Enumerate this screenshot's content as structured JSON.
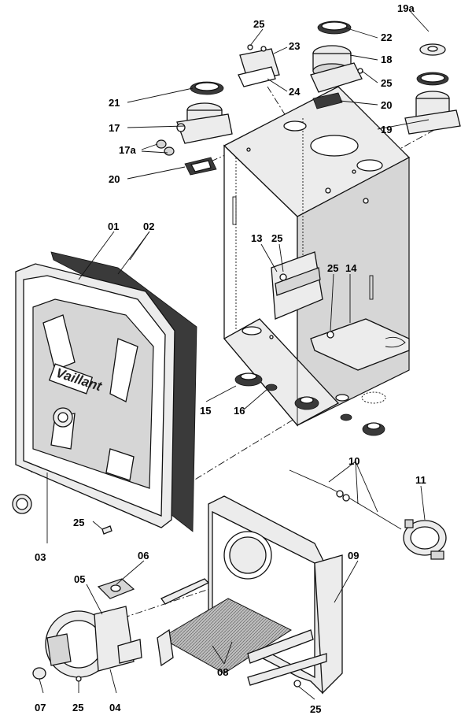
{
  "labels": {
    "l_19a": "19a",
    "l_22": "22",
    "l_18": "18",
    "l_19": "19",
    "l_25_top": "25",
    "l_23": "23",
    "l_24": "24",
    "l_25_b": "25",
    "l_20_top": "20",
    "l_21": "21",
    "l_17": "17",
    "l_17a": "17a",
    "l_20_mid": "20",
    "l_01": "01",
    "l_02": "02",
    "l_13": "13",
    "l_25_c": "25",
    "l_25_d": "25",
    "l_14": "14",
    "l_15": "15",
    "l_16": "16",
    "l_10": "10",
    "l_11": "11",
    "l_03": "03",
    "l_25_e": "25",
    "l_06": "06",
    "l_09": "09",
    "l_05": "05",
    "l_08": "08",
    "l_07": "07",
    "l_25_f": "25",
    "l_04": "04",
    "l_25_g": "25"
  },
  "brand_text": "Vaillant",
  "colors": {
    "line": "#111111",
    "fill": "#ececec",
    "background": "#ffffff"
  }
}
